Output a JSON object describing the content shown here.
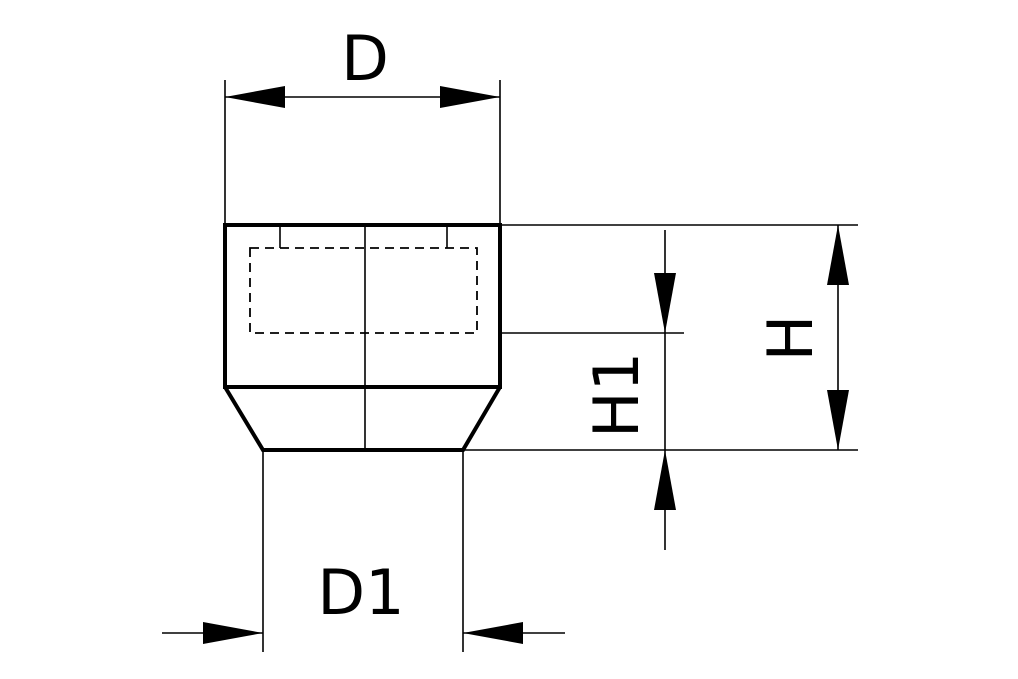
{
  "drawing": {
    "labels": {
      "outer_diameter": "D",
      "bottom_diameter": "D1",
      "total_height": "H",
      "partial_height": "H1"
    }
  }
}
